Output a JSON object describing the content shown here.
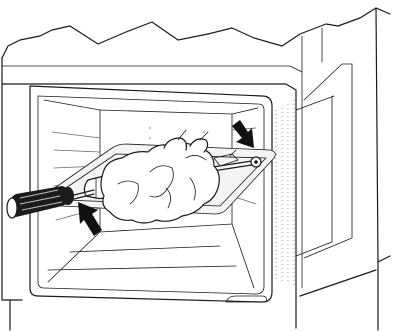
{
  "figure": {
    "subject": "",
    "colors": {
      "line": "#1a1a1a",
      "shade": "#efefef",
      "arrow": "#111111",
      "handle": "#1c1c1c"
    },
    "icons": [
      "oven-cavity",
      "roast-chicken",
      "rotisserie-spit",
      "screwdriver-handle",
      "arrow-icon"
    ]
  }
}
